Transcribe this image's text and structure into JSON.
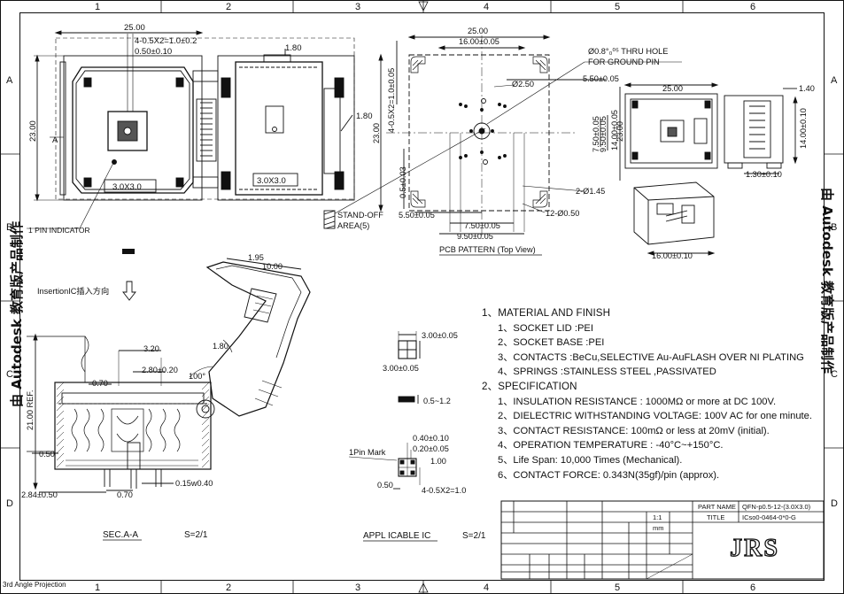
{
  "frame": {
    "columns": [
      "1",
      "2",
      "3",
      "4",
      "5",
      "6"
    ],
    "rows": [
      "A",
      "B",
      "C",
      "D"
    ],
    "projection": "3rd Angle Projection"
  },
  "watermark": {
    "text": "由 Autodesk 教育版产品制作"
  },
  "top_view": {
    "dim_width": "25.00",
    "dim_lid": "4-0.5X2=1.0±0.2",
    "dim_pitch": "0.50±0.10",
    "dim_height": "23.00",
    "dim_side": "1.80",
    "dim_side2": "1.80",
    "label_size1": "3.0X3.0",
    "label_size2": "3.0X3.0",
    "pin_indicator": "1 PIN INDICATOR",
    "section_mark": "A"
  },
  "pcb_pattern": {
    "dim_25": "25.00",
    "dim_16": "16.00±0.05",
    "dim_v1": "4-0.5X2=1.0±0.05",
    "dim_23": "23.00",
    "dim_05": "0.5±0.03",
    "hole_note_1": "Ø0.8°₀⁰⁵ THRU HOLE",
    "hole_note_2": "FOR GROUND PIN",
    "dim_phi25": "Ø2.50",
    "dim_550r": "5.50±0.05",
    "dim_750v": "7.50±0.05",
    "dim_950v": "9.50±0.05",
    "dim_14v": "14.00±0.05",
    "hole_145": "2-Ø1.45",
    "hole_050": "12-Ø0.50",
    "standoff_1": "STAND-OFF",
    "standoff_2": "AREA(5)",
    "dim_550b": "5.50±0.05",
    "dim_750b": "7.50±0.05",
    "dim_950b": "9.50±0.05",
    "title": "PCB PATTERN (Top View)"
  },
  "side_views": {
    "dim_25": "25.00",
    "dim_23": "23.00",
    "dim_140": "1.40",
    "dim_1400": "14.00±0.10",
    "dim_130": "1.30±0.10",
    "dim_1600": "16.00±0.10"
  },
  "section": {
    "insertion": "InsertionIC插入方向",
    "dim_195": "1.95",
    "dim_1000": "10.00",
    "dim_180": "1.80",
    "dim_320": "3.20",
    "dim_280": "2.80±0.20",
    "dim_070": "0.70",
    "dim_100": "100°",
    "dim_21": "21.00 REF.",
    "dim_050": "0.50",
    "dim_284": "2.84±0.50",
    "dim_015": "0.15w0.40",
    "dim_070b": "0.70",
    "title": "SEC.A-A",
    "scale": "S=2/1"
  },
  "applicable_ic": {
    "dim_300a": "3.00±0.05",
    "dim_300b": "3.00±0.05",
    "dim_0512": "0.5~1.2",
    "dim_040": "0.40±0.10",
    "dim_020": "0.20±0.05",
    "dim_100": "1.00",
    "pin_mark": "1Pin Mark",
    "dim_050": "0.50",
    "dim_pitch": "4-0.5X2=1.0",
    "title": "APPL ICABLE IC",
    "scale": "S=2/1"
  },
  "specs": {
    "material_heading": "1、MATERIAL AND FINISH",
    "materials": [
      "1、SOCKET LID :PEI",
      "2、SOCKET BASE :PEI",
      "3、CONTACTS :BeCu,SELECTIVE Au-AuFLASH OVER NI PLATING",
      "4、SPRINGS :STAINLESS STEEL ,PASSIVATED"
    ],
    "spec_heading": "2、SPECIFICATION",
    "specifications": [
      "1、INSULATION RESISTANCE : 1000MΩ or more at DC 100V.",
      "2、DIELECTRIC WITHSTANDING VOLTAGE: 100V AC for one minute.",
      "3、CONTACT RESISTANCE: 100mΩ or less at 20mV (initial).",
      "4、OPERATION TEMPERATURE : -40°C~+150°C.",
      "5、Life Span: 10,000 Times (Mechanical).",
      "6、CONTACT FORCE: 0.343N(35gf)/pin (approx)."
    ]
  },
  "title_block": {
    "part_label": "PART NAME",
    "part_value": "QFN-p0.5-12-(3.0X3.0)",
    "title_label": "TITLE",
    "title_value": "ICso0-0464-0*0-G",
    "scale_value": "1:1",
    "unit_value": "mm",
    "logo": "JRS"
  }
}
